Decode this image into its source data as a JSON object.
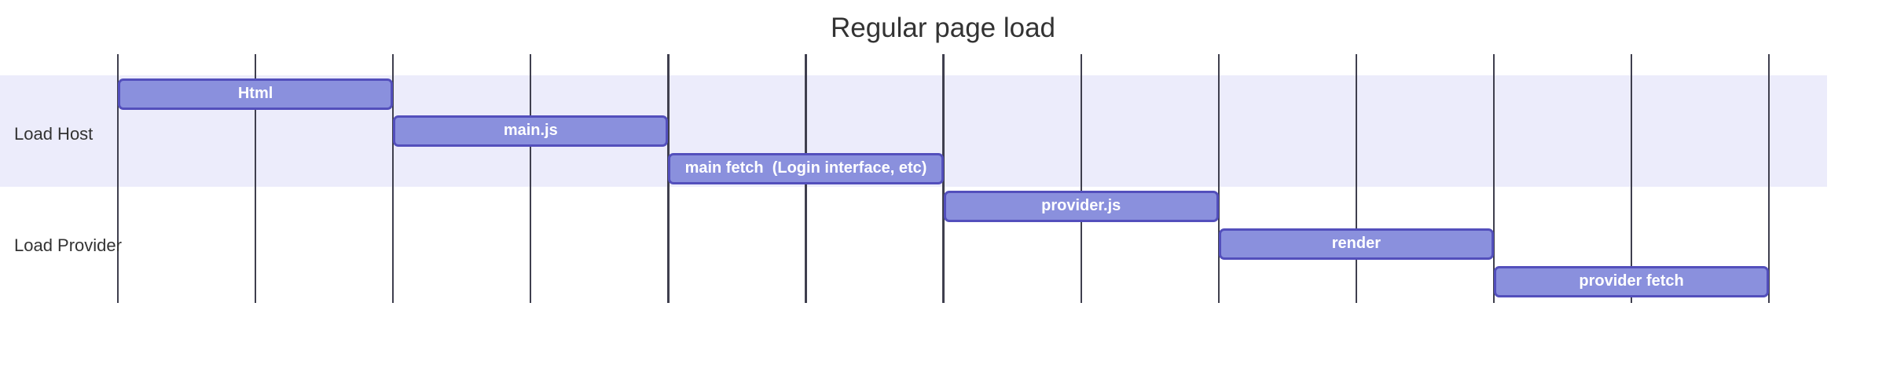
{
  "chart_data": {
    "type": "gantt",
    "title": "Regular page load",
    "x_axis": {
      "unit_count": 12,
      "tick_count": 13,
      "tick_labels_visible": false,
      "grid": true
    },
    "legend": "none",
    "sections": [
      {
        "name": "Load Host",
        "tasks": [
          {
            "label": "Html",
            "start": 0,
            "duration": 2
          },
          {
            "label": "main.js",
            "start": 2,
            "duration": 2
          },
          {
            "label": "main fetch  (Login interface, etc)",
            "start": 4,
            "duration": 2
          }
        ]
      },
      {
        "name": "Load Provider",
        "tasks": [
          {
            "label": "provider.js",
            "start": 6,
            "duration": 2
          },
          {
            "label": "render",
            "start": 8,
            "duration": 2
          },
          {
            "label": "provider fetch",
            "start": 10,
            "duration": 2
          }
        ]
      }
    ]
  },
  "colors": {
    "background": "#ffffff",
    "title_text": "#333333",
    "section_label_text": "#333333",
    "section_band_odd": "#ececfb",
    "section_band_even": "#ffffff",
    "task_fill": "#8a90dd",
    "task_border": "#534fbc",
    "task_text": "#ffffff",
    "grid_line": "#3f3f4e"
  }
}
